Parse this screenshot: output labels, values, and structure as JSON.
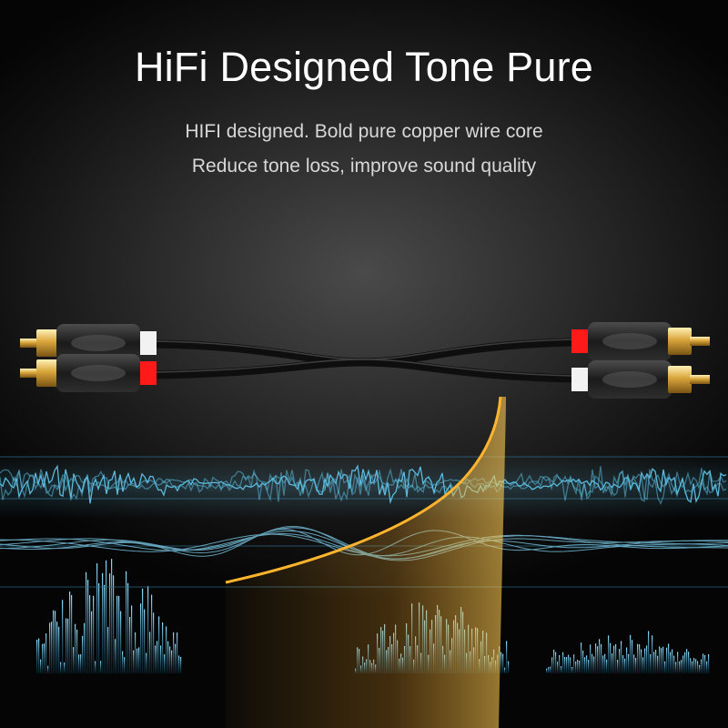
{
  "headline": "HiFi Designed Tone Pure",
  "subline_1": "HIFI designed. Bold pure copper wire core",
  "subline_2": "Reduce tone loss, improve sound quality",
  "colors": {
    "background": "#1c1c1c",
    "waveform": "#5fc2e6",
    "sweep": "#f0a22a",
    "plug_red": "#ff1a1a",
    "plug_white": "#f2f2f2",
    "gold_tip": "#d9a53a"
  }
}
